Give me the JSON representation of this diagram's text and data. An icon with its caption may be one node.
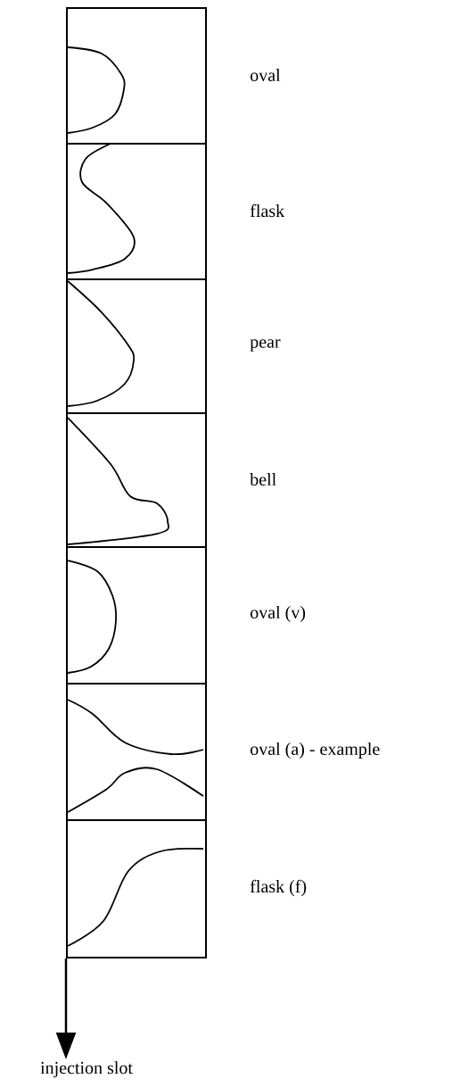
{
  "diagram": {
    "nodes": [
      {
        "text": [],
        "shape": "box",
        "beside": [
          "oval"
        ]
      },
      {
        "text": [],
        "shape": "box",
        "beside": [
          "flask"
        ]
      },
      {
        "text": [],
        "shape": "box",
        "beside": [
          "pear"
        ]
      },
      {
        "text": [],
        "shape": "box",
        "beside": [
          "bell"
        ]
      },
      {
        "text": [],
        "shape": "box",
        "beside": [
          "oval (v)"
        ]
      },
      {
        "text": [],
        "shape": "box",
        "beside": [
          "oval (a) - example"
        ]
      },
      {
        "text": [],
        "shape": "box",
        "beside": [
          "flask (f)"
        ]
      },
      {
        "text": [
          "injection slot"
        ]
      }
    ],
    "edges": [
      {
        "from": 6,
        "to": 7,
        "arrow": "to"
      }
    ]
  }
}
